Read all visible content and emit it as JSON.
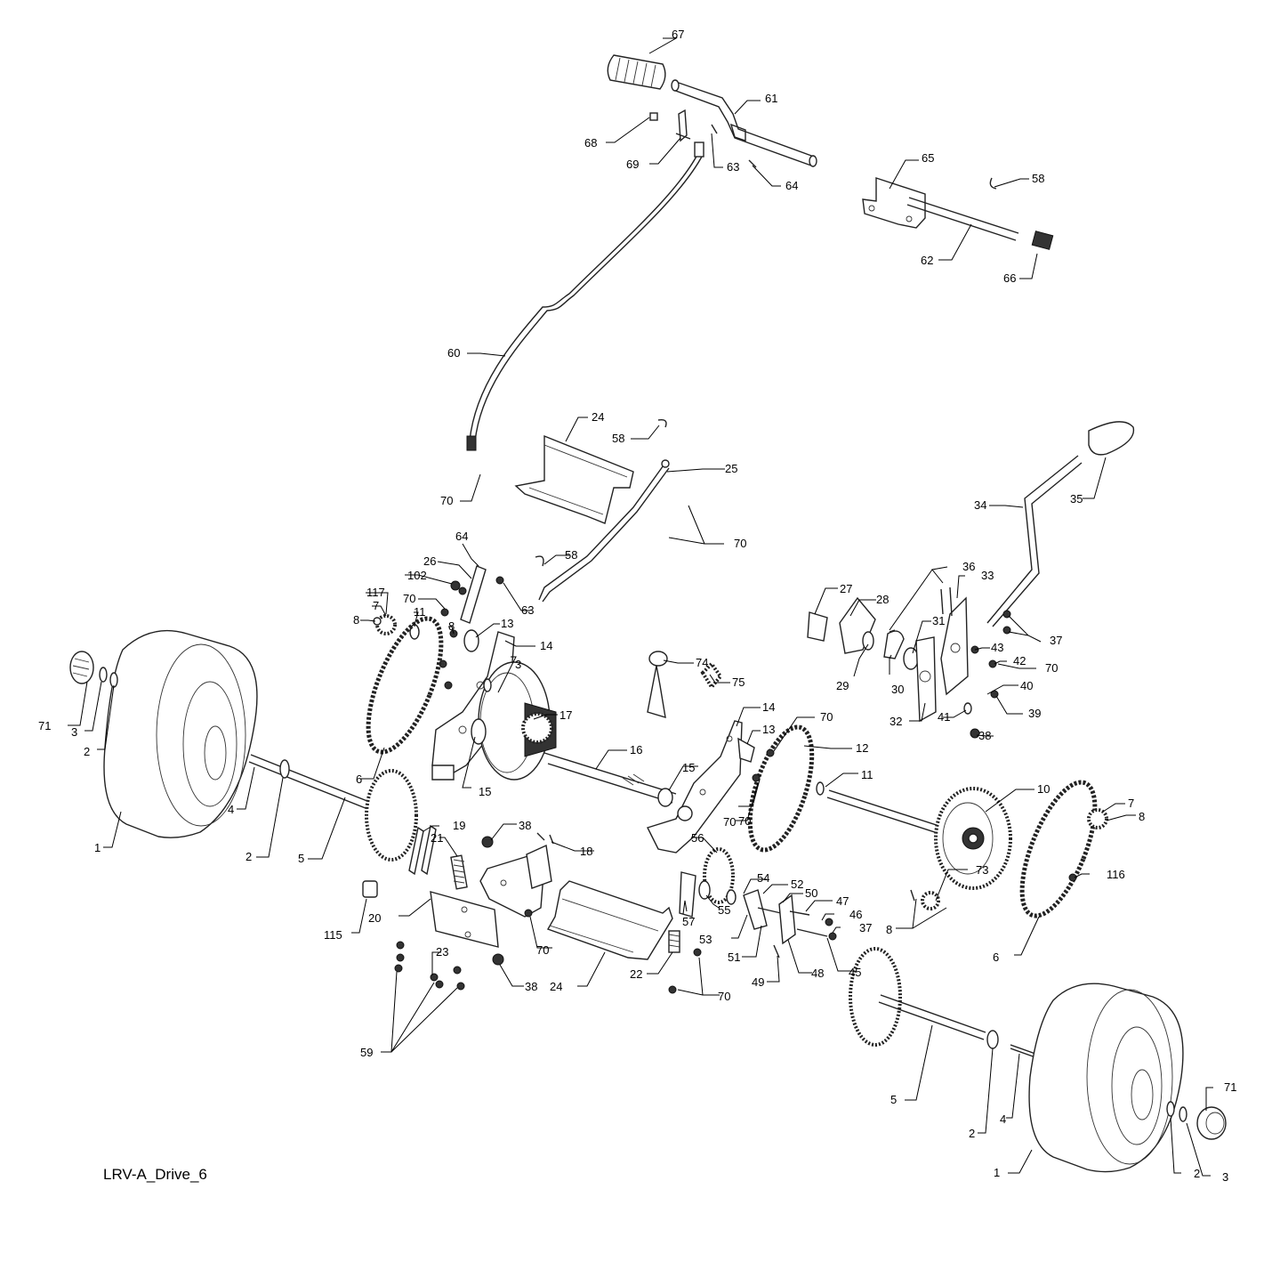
{
  "diagram": {
    "caption": "LRV-A_Drive_6",
    "labels": [
      "67",
      "61",
      "68",
      "69",
      "63",
      "64",
      "65",
      "58",
      "62",
      "66",
      "60",
      "24",
      "58",
      "70",
      "25",
      "70",
      "35",
      "34",
      "64",
      "26",
      "102",
      "58",
      "63",
      "117",
      "7",
      "8",
      "11",
      "70",
      "8",
      "13",
      "14",
      "27",
      "28",
      "36",
      "33",
      "37",
      "31",
      "43",
      "42",
      "70",
      "29",
      "30",
      "32",
      "41",
      "40",
      "39",
      "38",
      "74",
      "75",
      "70",
      "3",
      "17",
      "14",
      "13",
      "70",
      "12",
      "71",
      "3",
      "2",
      "6",
      "16",
      "15",
      "15",
      "11",
      "70",
      "10",
      "7",
      "8",
      "4",
      "1",
      "2",
      "5",
      "19",
      "38",
      "21",
      "18",
      "56",
      "54",
      "52",
      "50",
      "47",
      "46",
      "37",
      "116",
      "73",
      "55",
      "57",
      "53",
      "51",
      "8",
      "6",
      "115",
      "20",
      "70",
      "48",
      "45",
      "49",
      "22",
      "24",
      "70",
      "23",
      "38",
      "59",
      "5",
      "2",
      "4",
      "71",
      "1",
      "2",
      "3"
    ]
  }
}
